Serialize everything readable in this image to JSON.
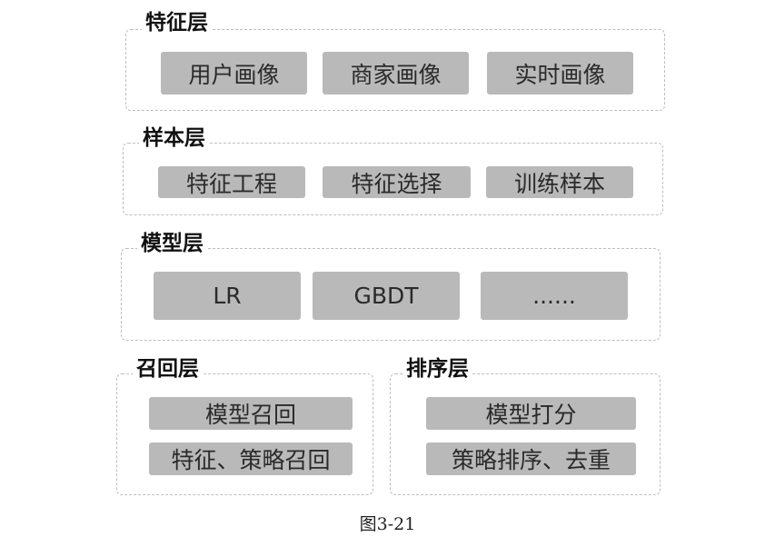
{
  "layers": {
    "feature": {
      "title": "特征层",
      "items": [
        "用户画像",
        "商家画像",
        "实时画像"
      ]
    },
    "sample": {
      "title": "样本层",
      "items": [
        "特征工程",
        "特征选择",
        "训练样本"
      ]
    },
    "model": {
      "title": "模型层",
      "items": [
        "LR",
        "GBDT",
        "......"
      ]
    },
    "recall": {
      "title": "召回层",
      "items": [
        "模型召回",
        "特征、策略召回"
      ]
    },
    "rank": {
      "title": "排序层",
      "items": [
        "模型打分",
        "策略排序、去重"
      ]
    }
  },
  "caption": "图3-21"
}
